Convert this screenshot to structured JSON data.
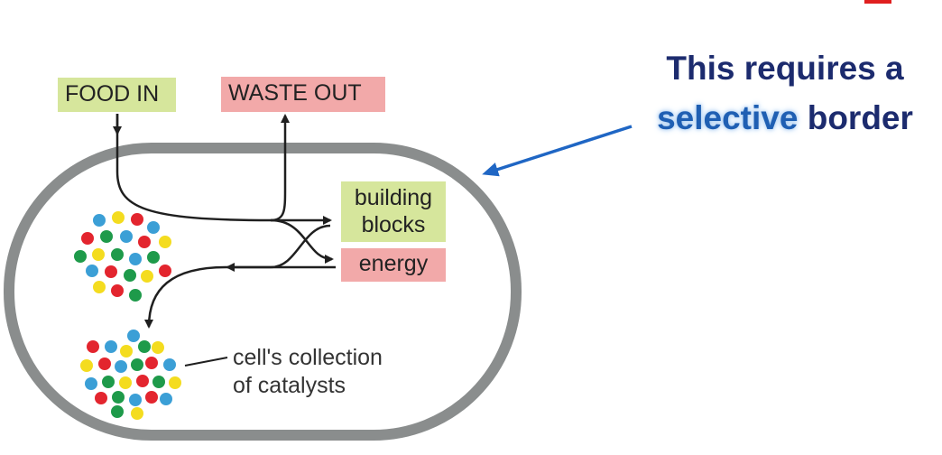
{
  "labels": {
    "food_in": "FOOD IN",
    "waste_out": "WASTE OUT",
    "building_blocks_line1": "building",
    "building_blocks_line2": "blocks",
    "energy": "energy",
    "catalysts_line1": "cell's collection",
    "catalysts_line2": "of catalysts"
  },
  "callout": {
    "line1": "This requires a",
    "highlight": "selective",
    "line2_rest": "border"
  },
  "colors": {
    "membrane": "#8a8d8d",
    "arrow": "#1f1f1f",
    "callout_arrow": "#1f66c4",
    "callout_text": "#1c2b6e",
    "highlight": "#1f5fb3",
    "green_box": "#d6e69c",
    "pink_box": "#f2a9a9",
    "dot_red": "#e3252e",
    "dot_blue": "#3b9fd6",
    "dot_yellow": "#f4dc1f",
    "dot_green": "#1e9a4a"
  }
}
